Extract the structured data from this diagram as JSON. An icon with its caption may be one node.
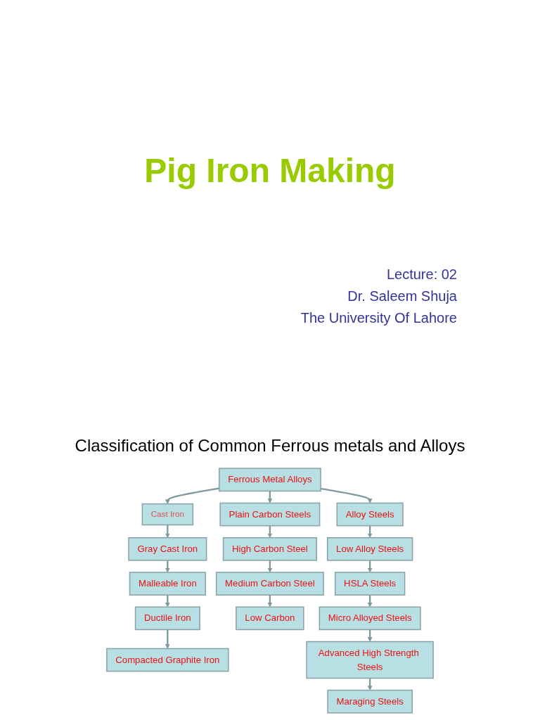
{
  "diagram": {
    "title": "Pig Iron Making",
    "nodes": [
      {
        "text": [
          "Ferrous Metal Alloys"
        ]
      },
      {
        "text": [
          "Cast Iron"
        ]
      },
      {
        "text": [
          "Plain Carbon Steels"
        ]
      },
      {
        "text": [
          "Alloy Steels"
        ]
      },
      {
        "text": [
          "Gray Cast Iron"
        ]
      },
      {
        "text": [
          "Malleable Iron"
        ]
      },
      {
        "text": [
          "Ductile Iron"
        ]
      },
      {
        "text": [
          "Compacted Graphite Iron"
        ]
      },
      {
        "text": [
          "High Carbon Steel"
        ]
      },
      {
        "text": [
          "Medium Carbon Steel"
        ]
      },
      {
        "text": [
          "Low Carbon"
        ]
      },
      {
        "text": [
          "Low Alloy Steels"
        ]
      },
      {
        "text": [
          "HSLA Steels"
        ]
      },
      {
        "text": [
          "Micro Alloyed Steels"
        ]
      },
      {
        "text": [
          "Advanced High Strength Steels"
        ]
      },
      {
        "text": [
          "Maraging Steels"
        ]
      }
    ],
    "edges": [
      {
        "from": 0,
        "to": 1,
        "arrow": "to"
      },
      {
        "from": 0,
        "to": 2,
        "arrow": "to"
      },
      {
        "from": 0,
        "to": 3,
        "arrow": "to"
      },
      {
        "from": 1,
        "to": 4,
        "arrow": "to"
      },
      {
        "from": 4,
        "to": 5,
        "arrow": "to"
      },
      {
        "from": 5,
        "to": 6,
        "arrow": "to"
      },
      {
        "from": 6,
        "to": 7,
        "arrow": "to"
      },
      {
        "from": 2,
        "to": 8,
        "arrow": "to"
      },
      {
        "from": 8,
        "to": 9,
        "arrow": "to"
      },
      {
        "from": 9,
        "to": 10,
        "arrow": "to"
      },
      {
        "from": 3,
        "to": 11,
        "arrow": "to"
      },
      {
        "from": 11,
        "to": 12,
        "arrow": "to"
      },
      {
        "from": 12,
        "to": 13,
        "arrow": "to"
      },
      {
        "from": 13,
        "to": 14,
        "arrow": "to"
      },
      {
        "from": 14,
        "to": 15,
        "arrow": "to"
      }
    ],
    "labels": [
      "Lecture: 02",
      "Dr. Saleem Shuja",
      "The University Of Lahore",
      "Classification of Common Ferrous metals and Alloys"
    ]
  }
}
